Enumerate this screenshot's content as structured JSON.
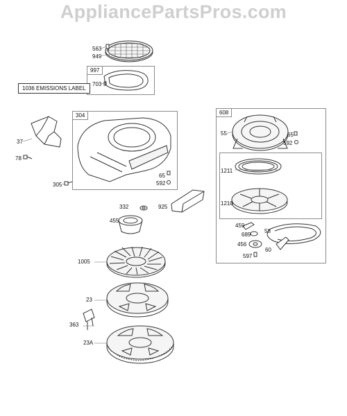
{
  "watermark": "AppliancePartsPros.com",
  "groups": {
    "g997": "997",
    "g304": "304",
    "g608": "608"
  },
  "emissions_label": "1036 EMISSIONS LABEL",
  "parts": {
    "p563": "563",
    "p949": "949",
    "p703": "703",
    "p37": "37",
    "p78": "78",
    "p305": "305",
    "p65a": "65",
    "p592a": "592",
    "p55": "55",
    "p65b": "65",
    "p592b": "592",
    "p1211": "1211",
    "p1210": "1210",
    "p332": "332",
    "p925": "925",
    "p455": "455",
    "p459": "459",
    "p58": "58",
    "p689": "689",
    "p456": "456",
    "p60": "60",
    "p597": "597",
    "p1005": "1005",
    "p23": "23",
    "p363": "363",
    "p23a": "23A"
  }
}
